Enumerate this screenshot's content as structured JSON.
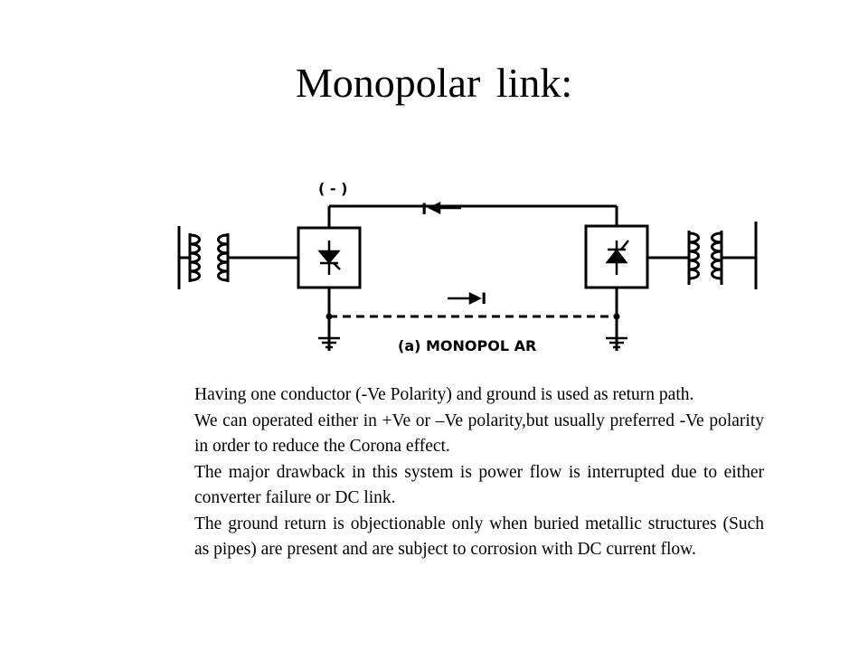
{
  "title": "Monopolar  link:",
  "diagram": {
    "polarity_label": "( - )",
    "current_top_label": "I",
    "current_bottom_label": "I",
    "caption": "(a) MONOPOL AR"
  },
  "paragraphs": [
    "Having one conductor (-Ve Polarity) and ground is used as return path.",
    "We can operated either in +Ve or –Ve polarity,but usually preferred  -Ve polarity in order to reduce the Corona effect.",
    "The major drawback in this system is power flow is interrupted due to either converter failure or DC link.",
    "The ground return is  objectionable only when buried metallic structures (Such as pipes) are present and are subject to corrosion with DC current flow."
  ]
}
